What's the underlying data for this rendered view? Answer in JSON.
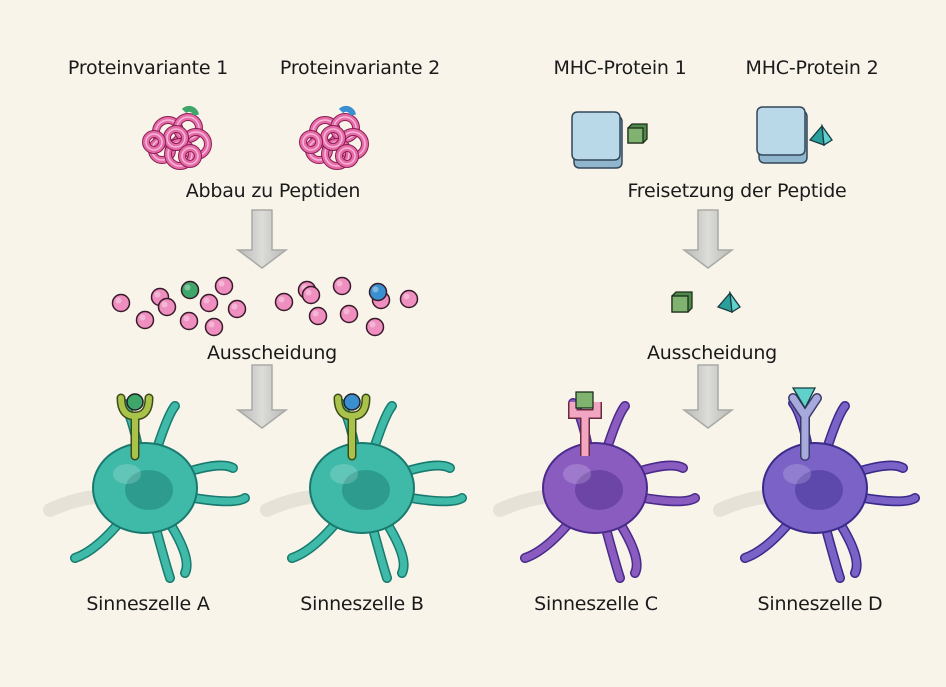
{
  "left": {
    "proteins": [
      "Proteinvariante 1",
      "Proteinvariante 2"
    ],
    "step1": "Abbau zu Peptiden",
    "step2": "Ausscheidung",
    "cells": [
      "Sinneszelle A",
      "Sinneszelle B"
    ]
  },
  "right": {
    "proteins": [
      "MHC-Protein 1",
      "MHC-Protein 2"
    ],
    "step1": "Freisetzung der Peptide",
    "step2": "Ausscheidung",
    "cells": [
      "Sinneszelle C",
      "Sinneszelle D"
    ]
  },
  "colors": {
    "background": "#f8f4ea",
    "protein_pink": "#e56aa8",
    "peptide_green": "#3fa66a",
    "peptide_blue": "#3a8fd0",
    "cell_teal": "#3fb9a8",
    "cell_purple": "#8a5cc0",
    "mhc_blue": "#b9d8e8",
    "arrow_gray": "#c9c9c6"
  }
}
